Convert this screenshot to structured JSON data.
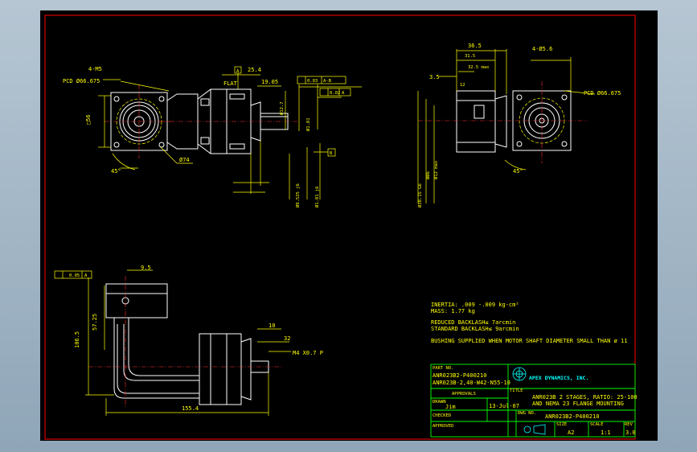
{
  "drawing": {
    "top_view": {
      "labels": {
        "holes": "4-M5",
        "pcd": "PCD Ø66.675",
        "flat": "FLAT",
        "datum_a": "A",
        "datum_b": "B",
        "sq": "□56",
        "angle": "45°",
        "dia74": "Ø74",
        "d254": "25.4",
        "d1905": "19.05",
        "tol1": "0.03",
        "tol1_ref": "A-B",
        "tol2": "0.02",
        "tol2_ref": "A",
        "shaft1": "Ø12.7",
        "shaft2": "Ø1.81",
        "v1": "Ø9.525 j6",
        "v2": "Ø1.81 j6"
      }
    },
    "right_view": {
      "labels": {
        "d365": "36.5",
        "d315": "31.5",
        "d325max": "32.5 max",
        "d35": "3.5",
        "holes": "4-Ø5.6",
        "pcd": "PCD Ø66.675",
        "d12": "12",
        "angle": "45°",
        "v1": "Ø38.15 G6",
        "v2": "ØØ6",
        "v3": "Ø12 max"
      }
    },
    "front_view": {
      "labels": {
        "tol": "0.05",
        "tol_ref": "A",
        "d95": "9.5",
        "d1065": "106.5",
        "d75": "57.25",
        "d1554": "155.4",
        "d10": "10",
        "d32": "32",
        "thread": "M4 X0.7 P"
      }
    },
    "notes": [
      "INERTIA: .009 -.009  kg-cm²",
      "MASS: 1.77  kg",
      "REDUCED BACKLASH≤ 7arcmin",
      "STANDARD BACKLASH≤ 9arcmin",
      "BUSHING SUPPLIED WHEN MOTOR SHAFT DIAMETER SMALL THAN ø 11"
    ]
  },
  "title_block": {
    "part_no_label": "PART NO.",
    "part_no_line1": "ANR023B2-P400210",
    "part_no_line2": "ANR023B-2,40-W42-N55-10",
    "approvals_label": "APPROVALS",
    "drawn_label": "DRAWN",
    "drawn_by": "Jim",
    "date": "13-Jul-07",
    "checked_label": "CHECKED",
    "approved_label": "APPROVED",
    "company": "APEX DYNAMICS, INC.",
    "title_label": "TITLE",
    "title_line1": "ANR023B 2 STAGES, RATIO: 25-100",
    "title_line2": "AND NEMA 23 FLANGE MOUNTING",
    "dwg_no_label": "DWG NO.",
    "dwg_no": "ANR023B2-P400210",
    "size_label": "SIZE",
    "size": "A2",
    "scale_label": "SCALE",
    "scale": "1:1",
    "rev_label": "REV",
    "rev": "3.0"
  },
  "colors": {
    "background": "#000000",
    "border": "#ff0000",
    "geometry": "#ffffff",
    "dimensions": "#ffff00",
    "title_block": "#00ff00",
    "logo": "#00ffff"
  }
}
